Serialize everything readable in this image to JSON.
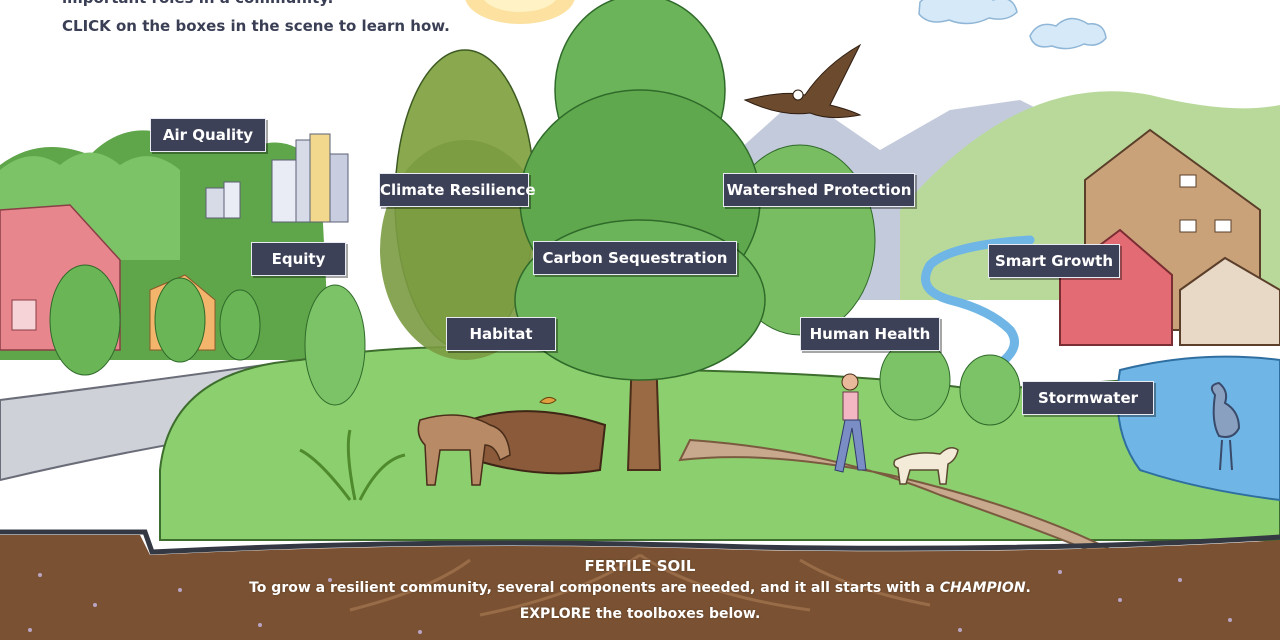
{
  "intro": {
    "line1": "important roles in a community.",
    "line2": "CLICK on the boxes in the scene to learn how."
  },
  "hotspots": {
    "air_quality": "Air Quality",
    "climate_resilience": "Climate Resilience",
    "watershed_protection": "Watershed Protection",
    "equity": "Equity",
    "carbon_sequestration": "Carbon Sequestration",
    "smart_growth": "Smart Growth",
    "habitat": "Habitat",
    "human_health": "Human Health",
    "stormwater": "Stormwater"
  },
  "soil": {
    "title": "FERTILE SOIL",
    "line1_before": "To grow a resilient community, several components are needed, and it all starts with a ",
    "line1_emphasis": "CHAMPION",
    "line1_after": ".",
    "line2": "EXPLORE the toolboxes below."
  },
  "colors": {
    "label_bg": "#3d4157",
    "text_dark": "#3b3f55",
    "soil": "#7a5233",
    "grass": "#8ccf6e",
    "sky_water": "#6fb6e6"
  },
  "icons": [
    "sun-icon",
    "cloud-icon",
    "eagle-icon",
    "buildings-icon",
    "houses-icon",
    "trees-icon",
    "mountains-icon",
    "river-icon",
    "pond-icon",
    "heron-icon",
    "deer-icon",
    "log-icon",
    "bird-icon",
    "person-walking-icon",
    "dog-icon",
    "fern-icon",
    "roots-icon"
  ]
}
